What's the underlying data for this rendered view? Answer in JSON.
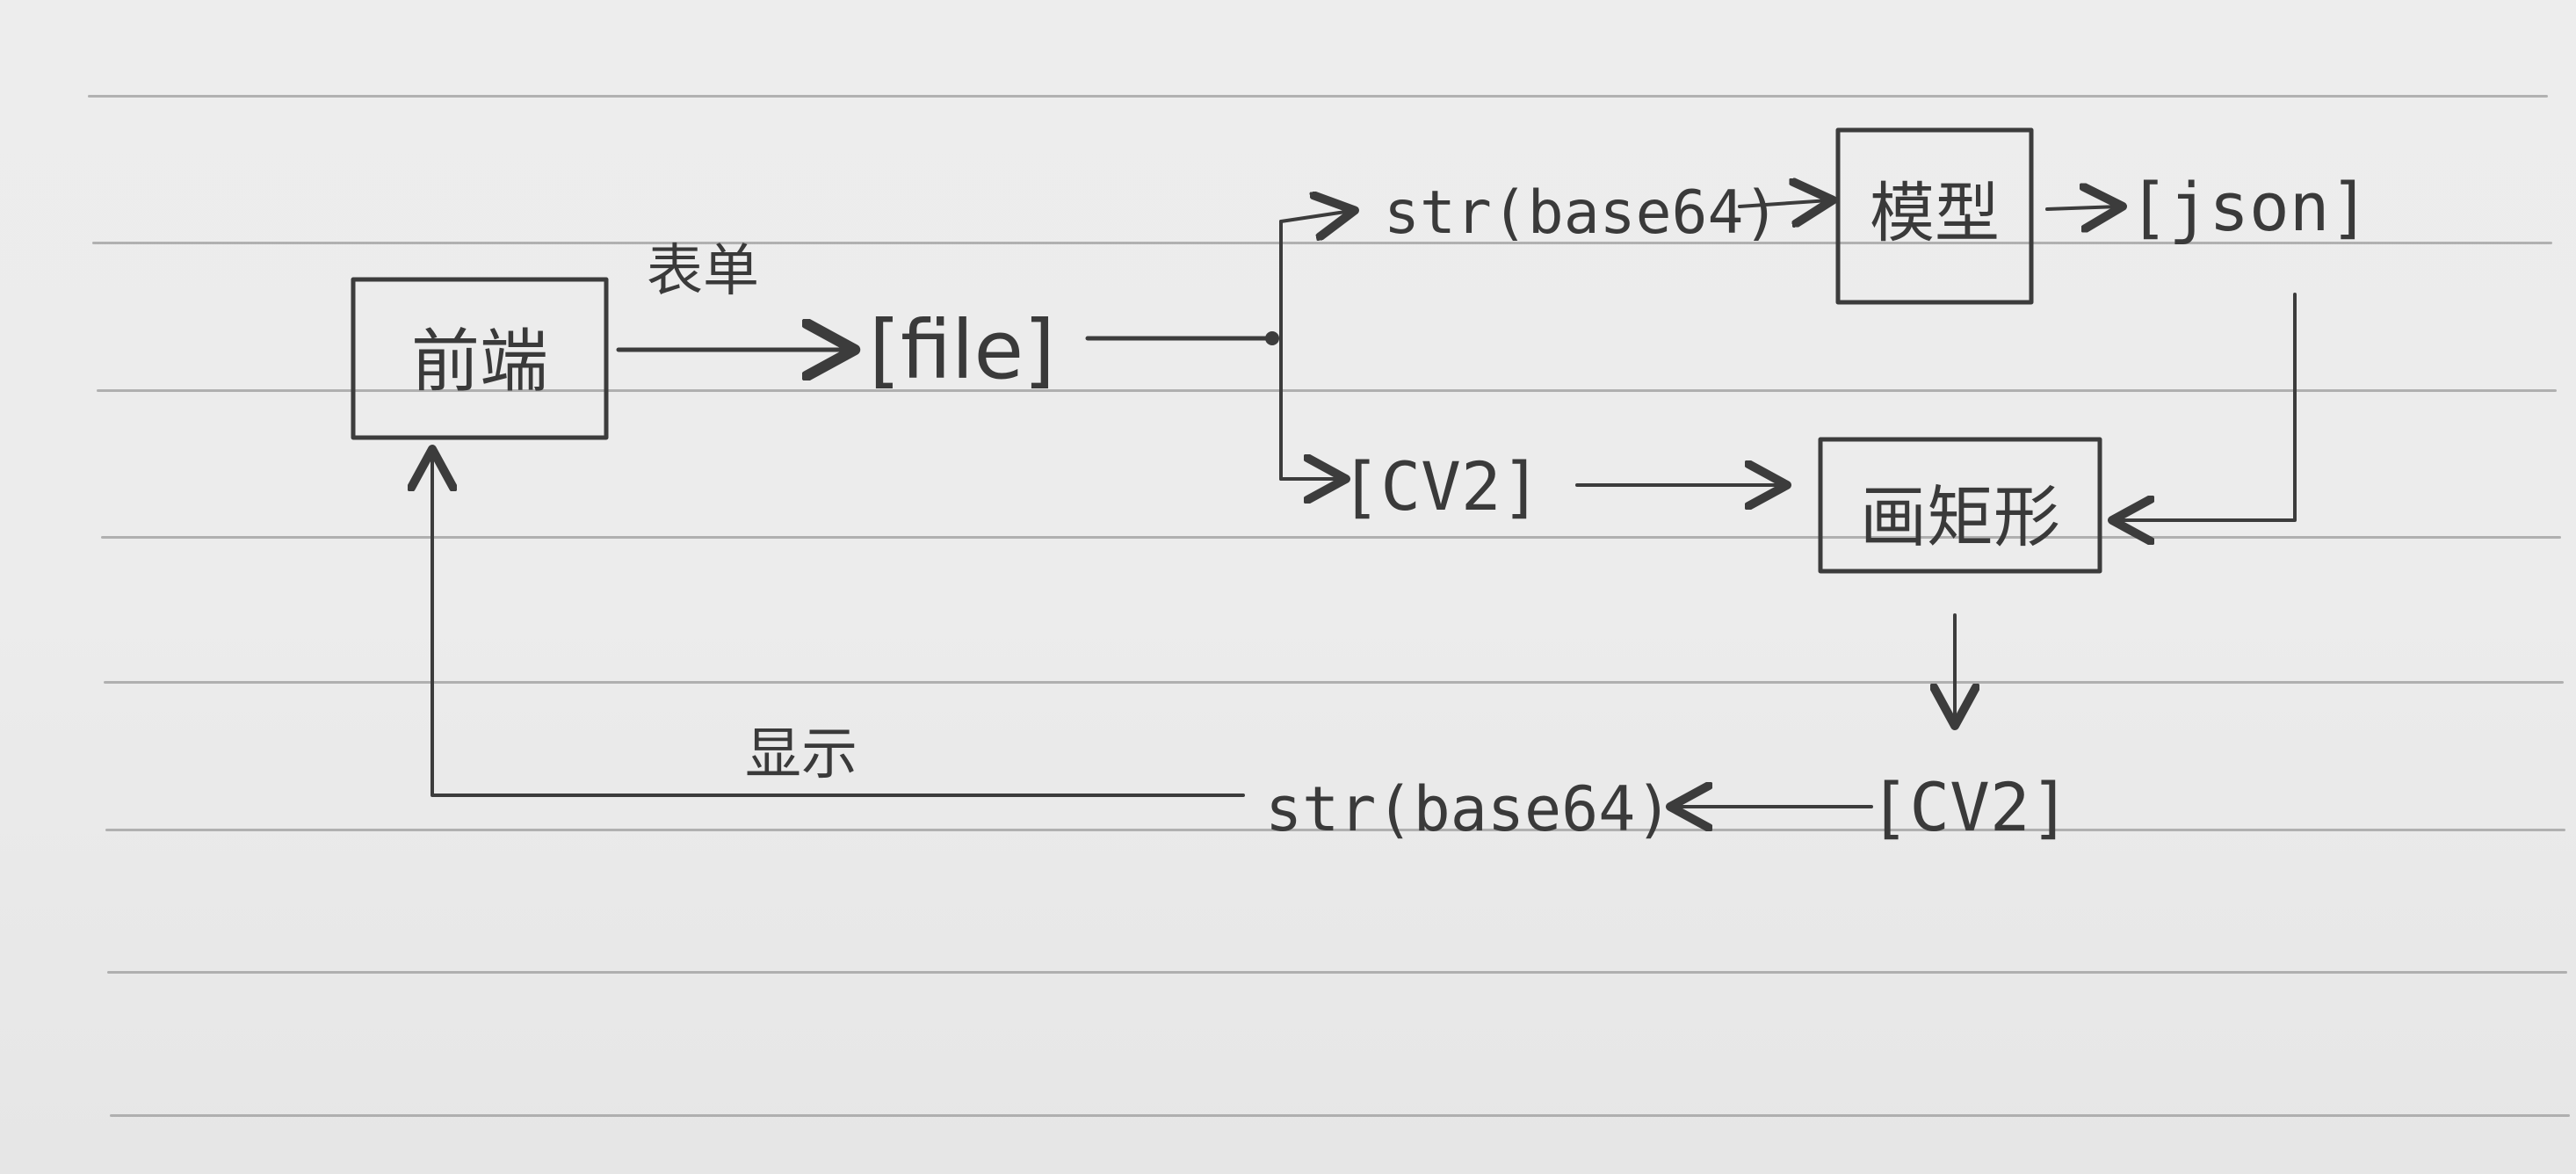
{
  "diagram": {
    "nodes": {
      "frontend": "前端",
      "model": "模型",
      "draw_rect": "画矩形"
    },
    "items": {
      "file": "[file]",
      "str_top": "str(base64)",
      "json": "[json]",
      "cv2_top": "[CV2]",
      "cv2_bottom": "[CV2]",
      "str_bottom": "str(base64)"
    },
    "edge_labels": {
      "form": "表单",
      "display": "显示"
    }
  }
}
